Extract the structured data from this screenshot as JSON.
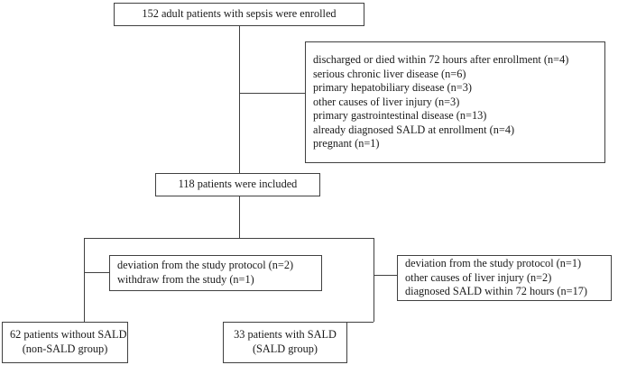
{
  "chart_data": {
    "type": "diagram",
    "title": "Study participant flow diagram",
    "nodes": [
      {
        "id": "enrolled",
        "lines": [
          "152  adult patients with sepsis were enrolled"
        ],
        "count": 152,
        "align": "center"
      },
      {
        "id": "excluded",
        "lines": [
          "discharged or died within 72 hours after enrollment (n=4)",
          "serious chronic liver disease (n=6)",
          "primary hepatobiliary disease (n=3)",
          "other causes of liver injury (n=3)",
          "primary gastrointestinal disease (n=13)",
          "already diagnosed SALD at enrollment (n=4)",
          "pregnant (n=1)"
        ],
        "counts": [
          4,
          6,
          3,
          3,
          13,
          4,
          1
        ],
        "align": "left"
      },
      {
        "id": "included",
        "lines": [
          "118 patients were included"
        ],
        "count": 118,
        "align": "center"
      },
      {
        "id": "left-exclusions",
        "lines": [
          "deviation from the study protocol (n=2)",
          "withdraw from the study (n=1)"
        ],
        "counts": [
          2,
          1
        ],
        "align": "left"
      },
      {
        "id": "right-exclusions",
        "lines": [
          "deviation from the study protocol (n=1)",
          "other causes of liver injury (n=2)",
          "diagnosed SALD within 72 hours (n=17)"
        ],
        "counts": [
          1,
          2,
          17
        ],
        "align": "left"
      },
      {
        "id": "non-sald-group",
        "lines": [
          "62 patients without SALD",
          "(non-SALD group)"
        ],
        "count": 62,
        "align": "center"
      },
      {
        "id": "sald-group",
        "lines": [
          "33 patients with SALD",
          "(SALD group)"
        ],
        "count": 33,
        "align": "center"
      }
    ],
    "edges": [
      {
        "from": "enrolled",
        "to": "excluded"
      },
      {
        "from": "enrolled",
        "to": "included"
      },
      {
        "from": "included",
        "to": "left-exclusions"
      },
      {
        "from": "included",
        "to": "right-exclusions"
      },
      {
        "from": "included",
        "to": "non-sald-group"
      },
      {
        "from": "included",
        "to": "sald-group"
      }
    ],
    "colors": {
      "background": "#ffffff",
      "border": "#404040",
      "text": "#1a1a1a"
    }
  },
  "nodes": {
    "enrolled": {
      "line1": "152  adult patients with sepsis were enrolled"
    },
    "excluded": {
      "line1": "discharged or died within 72 hours after enrollment (n=4)",
      "line2": "serious chronic liver disease (n=6)",
      "line3": "primary hepatobiliary disease (n=3)",
      "line4": "other causes of liver injury (n=3)",
      "line5": "primary gastrointestinal disease (n=13)",
      "line6": "already diagnosed SALD at enrollment (n=4)",
      "line7": "pregnant (n=1)"
    },
    "included": {
      "line1": "118 patients were included"
    },
    "left_exclusions": {
      "line1": "deviation from the study protocol (n=2)",
      "line2": "withdraw from the study (n=1)"
    },
    "right_exclusions": {
      "line1": "deviation from the study protocol (n=1)",
      "line2": "other causes of liver injury (n=2)",
      "line3": "diagnosed SALD within 72 hours (n=17)"
    },
    "non_sald_group": {
      "line1": "62 patients without SALD",
      "line2": "(non-SALD group)"
    },
    "sald_group": {
      "line1": "33 patients with SALD",
      "line2": "(SALD group)"
    }
  }
}
